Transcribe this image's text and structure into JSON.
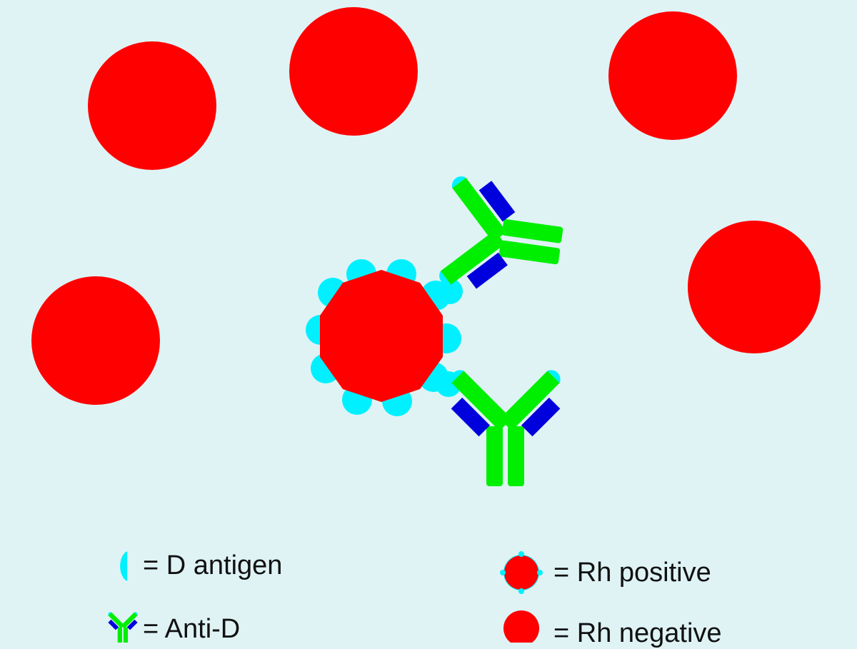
{
  "colors": {
    "background": "#dff3f5",
    "red_cell": "#ff0000",
    "d_antigen": "#00f0ff",
    "antibody_heavy": "#00ee00",
    "antibody_light": "#0000dd"
  },
  "legend": {
    "d_antigen": "= D antigen",
    "anti_d": "= Anti-D",
    "rh_positive": "= Rh positive",
    "rh_negative": "= Rh negative"
  }
}
